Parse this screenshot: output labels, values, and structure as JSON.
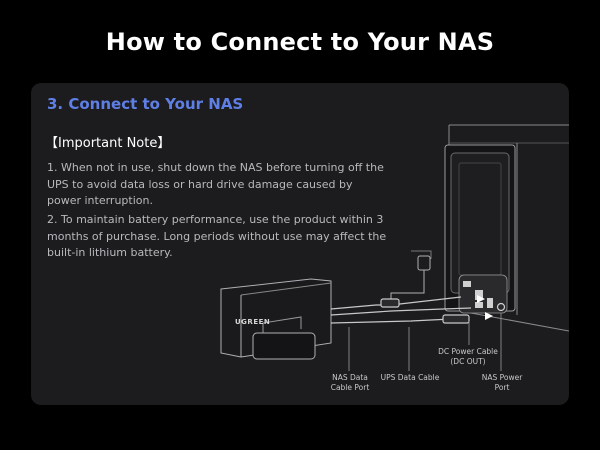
{
  "header": {
    "title": "How to Connect to Your NAS"
  },
  "section": {
    "title": "3. Connect to Your NAS"
  },
  "note": {
    "heading": "【Important Note】",
    "items": [
      "1. When not in use, shut down the NAS before turning off the UPS to avoid data loss or hard drive damage caused by power interruption.",
      "2. To maintain battery performance, use the product within 3 months of purchase. Long periods without use may affect the built-in lithium battery."
    ]
  },
  "diagram": {
    "brand": "UGREEN",
    "labels": {
      "dc_power_cable": "DC Power Cable\n(DC OUT)",
      "nas_data_cable_port": "NAS Data\nCable Port",
      "ups_data_cable": "UPS Data Cable",
      "nas_power_port": "NAS Power\nPort"
    }
  },
  "colors": {
    "background": "#000000",
    "card": "#1c1c1e",
    "accent": "#5f7fe6",
    "text": "#ffffff",
    "muted": "#b9b9bd"
  }
}
